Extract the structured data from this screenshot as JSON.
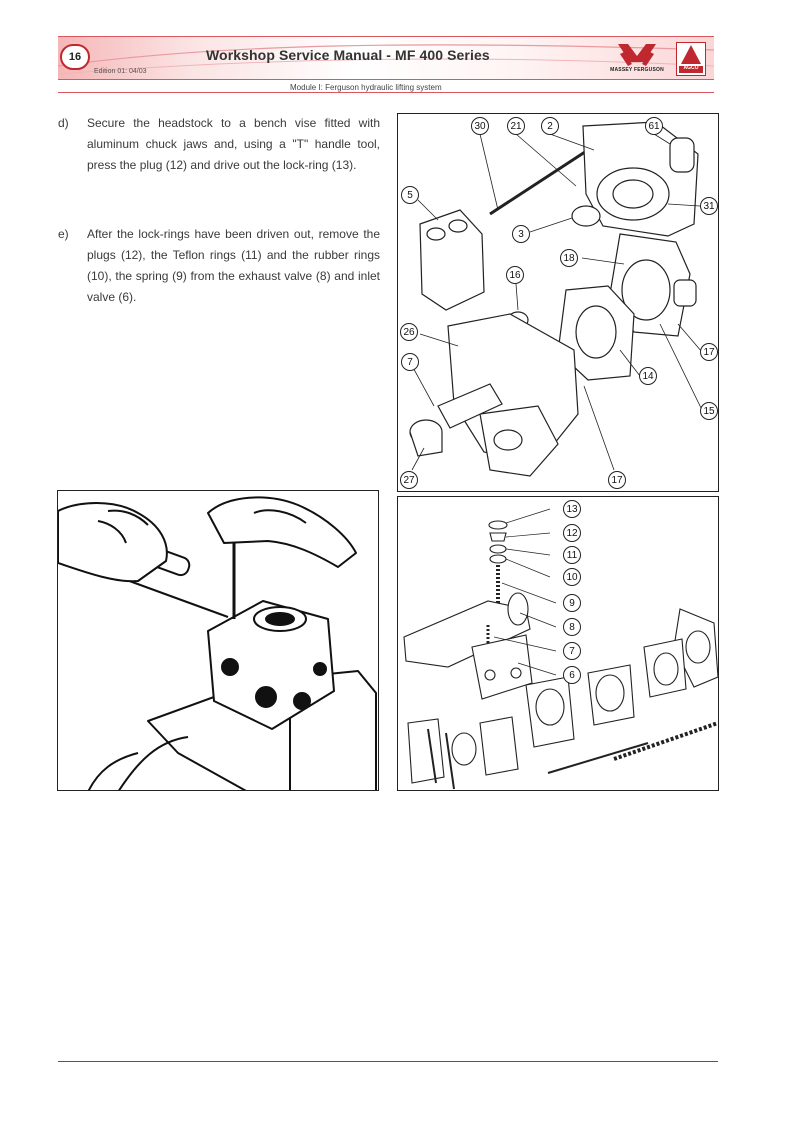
{
  "header": {
    "page_number": "16",
    "title": "Workshop Service Manual - MF 400 Series",
    "edition": "Edition 01: 04/03",
    "module": "Module I:  Ferguson hydraulic  lifting system",
    "brand_primary": "MASSEY FERGUSON",
    "brand_secondary": "AGCO",
    "accent_color": "#c0282f"
  },
  "steps": [
    {
      "marker": "d)",
      "text": "Secure the headstock to a bench vise fitted with aluminum chuck jaws and, using a \"T\" handle tool, press the plug (12) and drive out the lock-ring (13)."
    },
    {
      "marker": "e)",
      "text": "After the lock-rings have been driven out, remove the plugs (12), the Teflon rings (11)  and the rubber rings (10), the spring (9) from the exhaust valve (8) and inlet valve (6)."
    }
  ],
  "figure_top_right": {
    "callouts": [
      "30",
      "21",
      "2",
      "61",
      "5",
      "31",
      "3",
      "18",
      "16",
      "26",
      "17",
      "7",
      "14",
      "15",
      "27",
      "17"
    ]
  },
  "figure_bottom_right": {
    "callouts": [
      "13",
      "12",
      "11",
      "10",
      "9",
      "8",
      "7",
      "6"
    ]
  }
}
